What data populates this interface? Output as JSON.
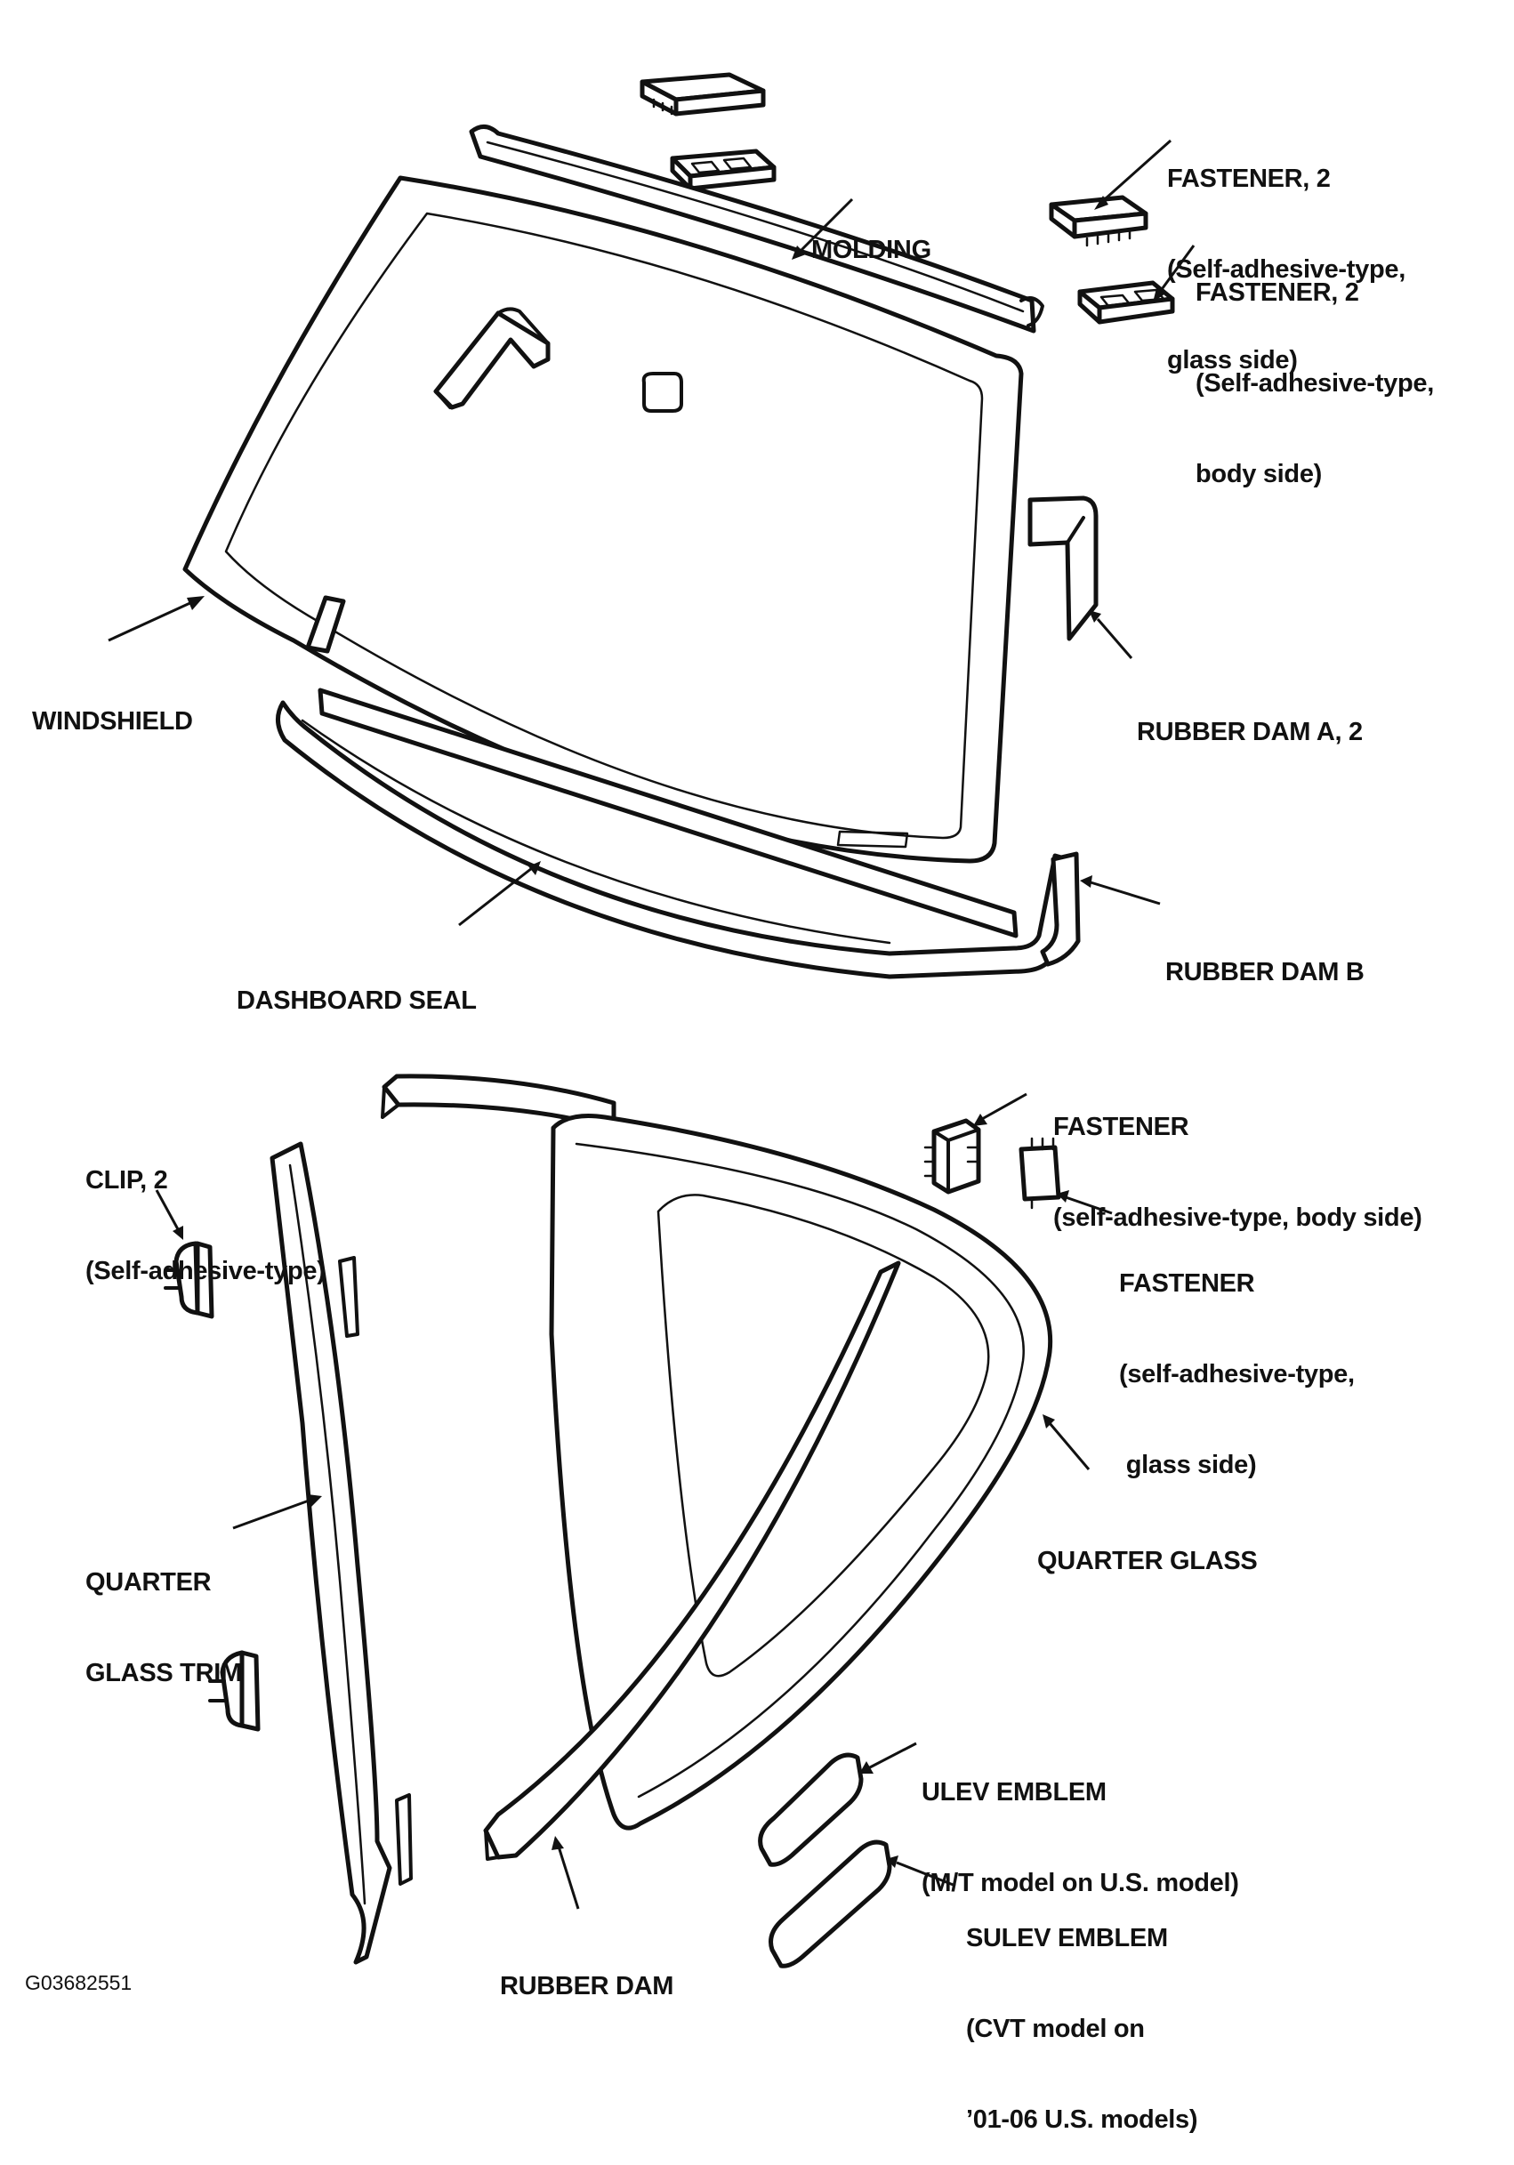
{
  "labels": {
    "fastener_glass_top": [
      "FASTENER, 2",
      "(Self-adhesive-type,",
      "glass side)"
    ],
    "fastener_body_top": [
      "FASTENER, 2",
      "(Self-adhesive-type,",
      "body side)"
    ],
    "molding": "MOLDING",
    "windshield": "WINDSHIELD",
    "rubber_dam_a": "RUBBER DAM A, 2",
    "rubber_dam_b": "RUBBER DAM B",
    "dashboard_seal": "DASHBOARD SEAL",
    "fastener_body_bottom": [
      "FASTENER",
      "(self-adhesive-type, body side)"
    ],
    "fastener_glass_bottom": [
      "FASTENER",
      "(self-adhesive-type,",
      " glass side)"
    ],
    "clip": [
      "CLIP, 2",
      "(Self-adhesive-type)"
    ],
    "quarter_glass_trim": [
      "QUARTER",
      "GLASS TRIM"
    ],
    "quarter_glass": "QUARTER GLASS",
    "rubber_dam": "RUBBER DAM",
    "ulev_emblem": [
      "ULEV EMBLEM",
      "(M/T model on U.S. model)"
    ],
    "sulev_emblem": [
      "SULEV EMBLEM",
      "(CVT model on",
      "’01-06 U.S. models)"
    ]
  },
  "figure_code": "G03682551"
}
